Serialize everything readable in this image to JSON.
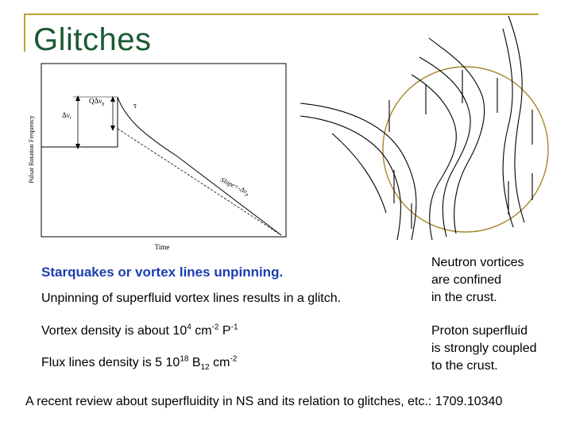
{
  "slide": {
    "title": "Glitches"
  },
  "plot": {
    "ylabel": "Pulsar Rotation Frequency",
    "xlabel": "Time",
    "delta_nu": "Δν",
    "delta_nu_sub": "t",
    "q_label": "QΔν",
    "q_sub": "p",
    "tau": "τ",
    "slope": "Slope=-Δν",
    "slope_sub": "p"
  },
  "text": {
    "subhead": "Starquakes or vortex lines unpinning.",
    "bullet1": "Unpinning of superfluid vortex lines results in a  glitch.",
    "bullet2": {
      "a": "Vortex density is about 10",
      "a_sup": "4",
      "b": " cm",
      "b_sup": "-2",
      "c": " P",
      "c_sup": "-1"
    },
    "bullet3": {
      "a": "Flux lines density is 5 10",
      "a_sup": "18",
      "b": " B",
      "b_sub": "12",
      "c": " cm",
      "c_sup": "-2"
    },
    "side1": [
      "Neutron vortices",
      "are confined",
      "in the crust."
    ],
    "side2": [
      "Proton superfluid",
      "is strongly coupled",
      "to the crust."
    ],
    "footer": "A recent review about superfluidity in NS and its relation to glitches, etc.: 1709.10340"
  }
}
